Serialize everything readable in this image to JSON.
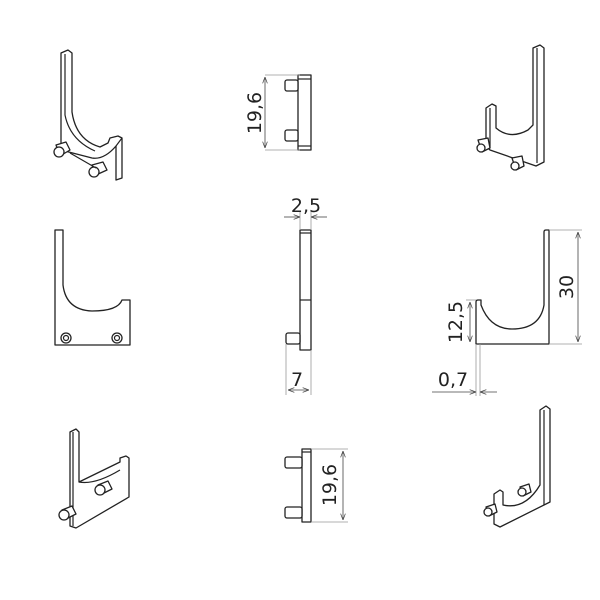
{
  "drawing": {
    "title": "Hook technical drawing views",
    "dimensions": {
      "top_height": "19,6",
      "thickness": "2,5",
      "depth": "7",
      "total_height": "30",
      "lip_height": "12,5",
      "lip_thickness": "0,7",
      "bottom_height": "19,6"
    },
    "colors": {
      "line": "#222222",
      "dimension": "#444444"
    }
  }
}
